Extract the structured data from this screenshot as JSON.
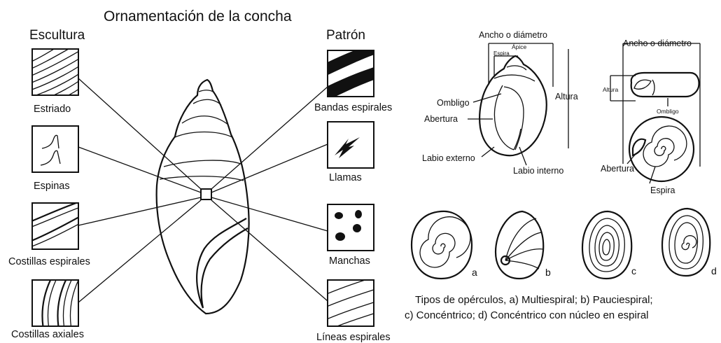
{
  "title": "Ornamentación de la concha",
  "left_header": "Escultura",
  "right_header": "Patrón",
  "sculpture_labels": [
    "Estriado",
    "Espinas",
    "Costillas espirales",
    "Costillas axiales"
  ],
  "pattern_labels": [
    "Bandas espirales",
    "Llamas",
    "Manchas",
    "Líneas espirales"
  ],
  "anatomy_side": {
    "width": "Ancho o diámetro",
    "apex": "Ápice",
    "spire": "Espira",
    "height": "Altura",
    "umbilicus": "Ombligo",
    "aperture": "Abertura",
    "outer_lip": "Labio externo",
    "inner_lip": "Labio interno"
  },
  "anatomy_planispiral": {
    "width": "Ancho o diámetro",
    "height": "Altura",
    "umbilicus": "Ombligo",
    "aperture": "Abertura",
    "spire": "Espira"
  },
  "operculum_letters": [
    "a",
    "b",
    "c",
    "d"
  ],
  "operculum_caption_1": "Tipos de opérculos, a) Multiespiral; b) Pauciespiral;",
  "operculum_caption_2": "c) Concéntrico; d) Concéntrico con núcleo en espiral"
}
